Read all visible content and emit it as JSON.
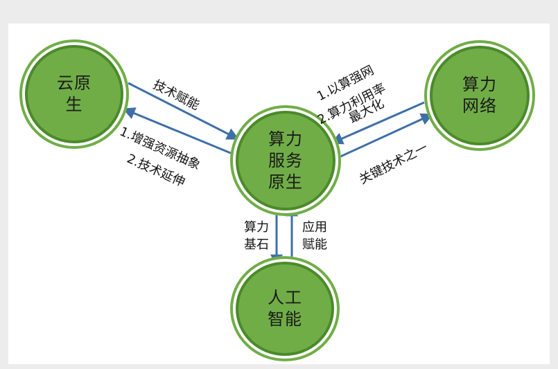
{
  "nodes": {
    "cloud_native": "云原\n生",
    "compute_service": "算力\n服务\n原生",
    "compute_network": "算力\n网络",
    "ai": "人工\n智能"
  },
  "edges": {
    "cloud_to_service": "技术赋能",
    "service_to_cloud_line1": "1.增强资源抽象",
    "service_to_cloud_line2": "2.技术延伸",
    "network_to_service_line1": "1.以算强网",
    "network_to_service_line2": "2.算力利用率",
    "network_to_service_line3": "最大化",
    "service_to_network": "关键技术之一",
    "service_to_ai": "算力\n基石",
    "ai_to_service": "应用\n赋能"
  },
  "colors": {
    "node_fill": "#70ad47",
    "node_border": "#4a8a2a",
    "arrow": "#3d6fa8"
  }
}
